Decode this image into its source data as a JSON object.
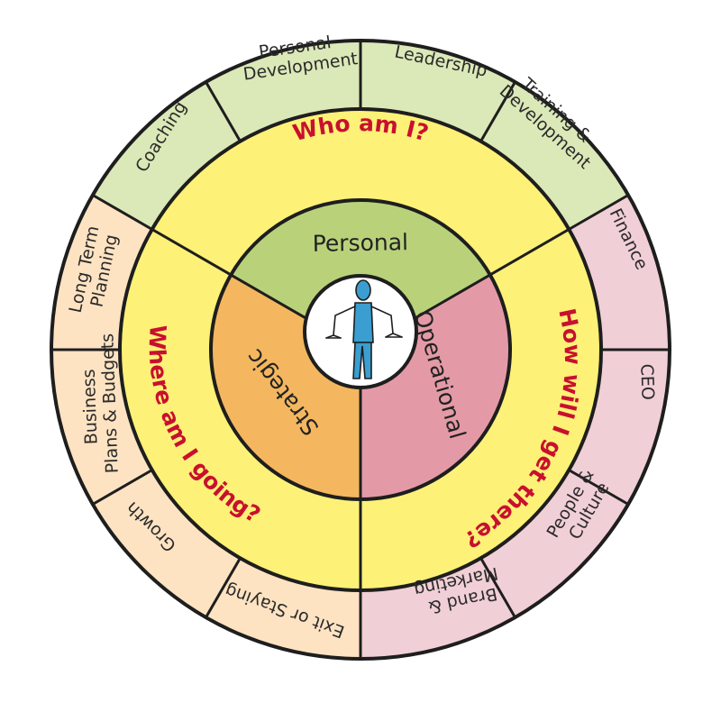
{
  "colors": {
    "green_light": "#dbe8b8",
    "green_mid": "#b9d27a",
    "peach_light": "#fde3c2",
    "orange_mid": "#f4b75f",
    "pink_light": "#f1cfd6",
    "pink_mid": "#e49aa6",
    "yellow": "#fdf177",
    "question_red": "#c8102e",
    "figure_blue": "#3a9ed0",
    "outline": "#1e1e1e"
  },
  "outer_ring": [
    {
      "label": "Coaching",
      "group": "personal"
    },
    {
      "label": "Personal Development",
      "group": "personal"
    },
    {
      "label": "Leadership",
      "group": "personal"
    },
    {
      "label": "Training & Development",
      "group": "personal"
    },
    {
      "label": "Finance",
      "group": "operational"
    },
    {
      "label": "CEO",
      "group": "operational"
    },
    {
      "label": "People & Culture",
      "group": "operational"
    },
    {
      "label": "Brand & Marketing",
      "group": "operational"
    },
    {
      "label": "Exit or Staying",
      "group": "strategic"
    },
    {
      "label": "Growth",
      "group": "strategic"
    },
    {
      "label": "Business Plans & Budgets",
      "group": "strategic"
    },
    {
      "label": "Long Term Planning",
      "group": "strategic"
    }
  ],
  "middle_ring": [
    {
      "label": "Who am I?",
      "group": "personal"
    },
    {
      "label": "How will I get there?",
      "group": "operational"
    },
    {
      "label": "Where am I going?",
      "group": "strategic"
    }
  ],
  "inner_ring": [
    {
      "label": "Personal",
      "group": "personal"
    },
    {
      "label": "Operational",
      "group": "operational"
    },
    {
      "label": "Strategic",
      "group": "strategic"
    }
  ],
  "center": {
    "icon": "balance-figure-icon"
  }
}
